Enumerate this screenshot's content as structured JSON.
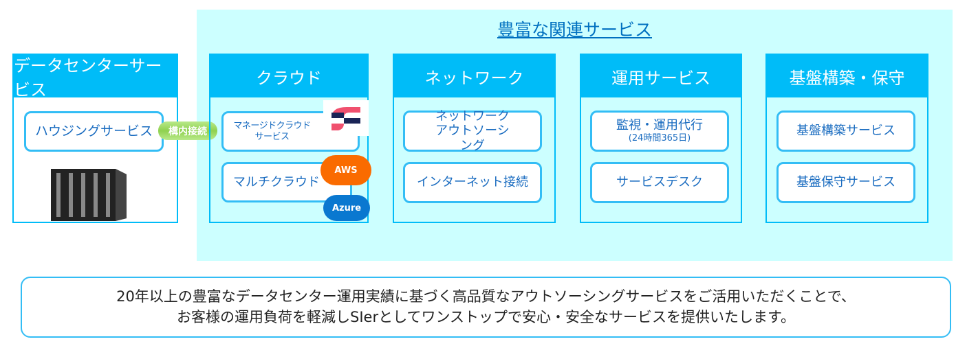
{
  "related_title": "豊富な関連サービス",
  "datacenter": {
    "header": "データセンターサービス",
    "housing": "ハウジングサービス",
    "connector": "構内接続"
  },
  "cloud": {
    "header": "クラウド",
    "managed": "マネージドクラウド サービス",
    "multi": "マルチクラウド",
    "aws": "AWS",
    "azure": "Azure"
  },
  "network": {
    "header": "ネットワーク",
    "outsourcing": "ネットワーク アウトソーシング",
    "internet": "インターネット接続"
  },
  "operation": {
    "header": "運用サービス",
    "monitor": "監視・運用代行",
    "monitor_sub": "(24時間365日)",
    "desk": "サービスデスク"
  },
  "infra": {
    "header": "基盤構築・保守",
    "build": "基盤構築サービス",
    "maintain": "基盤保守サービス"
  },
  "bottom": {
    "line1": "20年以上の豊富なデータセンター運用実績に基づく高品質なアウトソーシングサービスをご活用いただくことで、",
    "line2": "お客様の運用負荷を軽減しSIerとしてワンストップで安心・安全なサービスを提供いたします。"
  },
  "colors": {
    "accent": "#00bcf8",
    "text": "#0070c0",
    "bg": "#ccffff"
  }
}
